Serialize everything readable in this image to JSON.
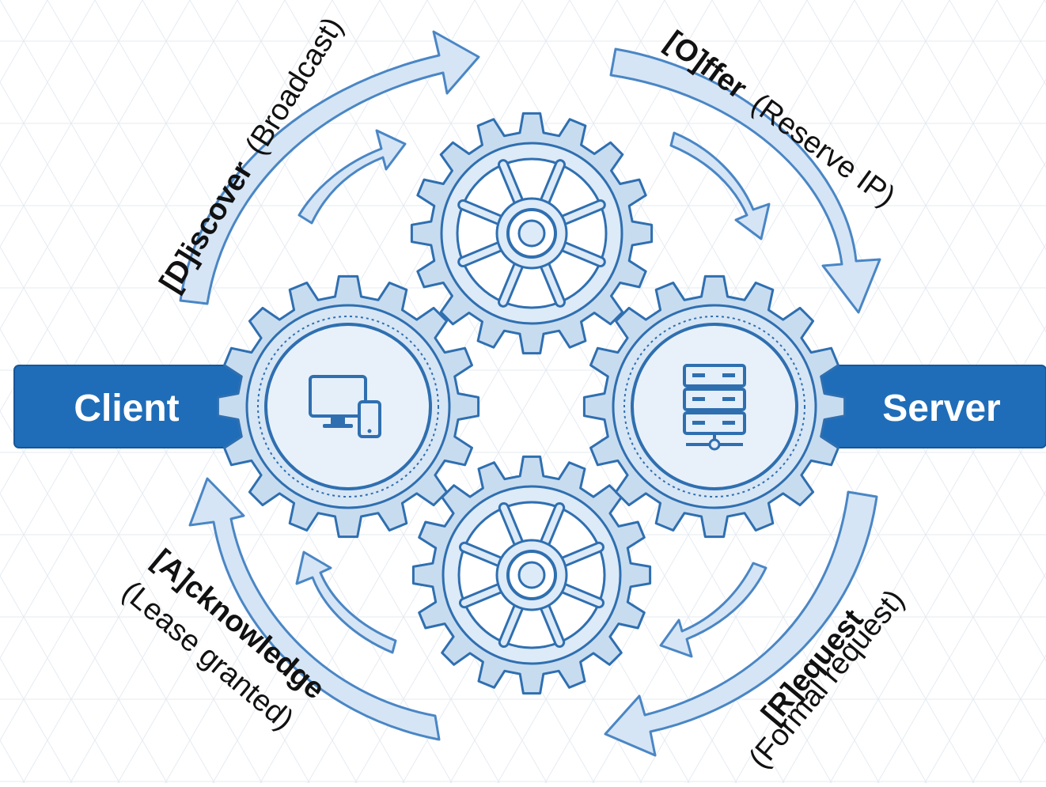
{
  "diagram": {
    "client_label": "Client",
    "server_label": "Server",
    "steps": [
      {
        "key": "[D]iscover",
        "note": "(Broadcast)"
      },
      {
        "key": "[O]ffer",
        "note": "(Reserve IP)"
      },
      {
        "key": "[R]equest",
        "note": "(Formal request)"
      },
      {
        "key": "[A]cknowledge",
        "note": "(Lease granted)"
      }
    ]
  },
  "colors": {
    "band": "#1f6db8",
    "band_edge": "#16579a",
    "gear_fill": "#c8dcf0",
    "gear_stroke": "#2f6fb0",
    "arrow_fill": "#d5e5f5",
    "arrow_stroke": "#4a86c5",
    "grid": "#e6ebf1"
  }
}
